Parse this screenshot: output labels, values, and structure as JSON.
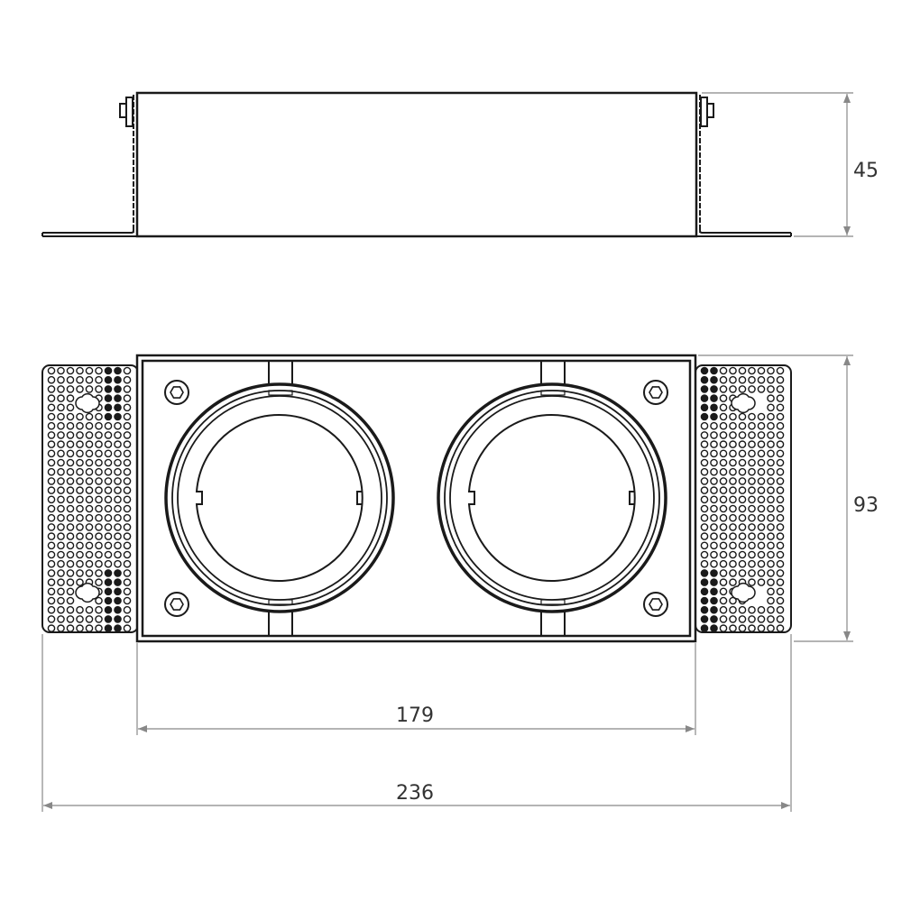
{
  "drawing": {
    "views": [
      "side-view",
      "top-view"
    ],
    "dimensions": {
      "height": "45",
      "depth": "93",
      "box_width": "179",
      "overall_width": "236"
    },
    "colors": {
      "line": "#1a1a1a",
      "dimension": "#888888",
      "text": "#333333"
    }
  }
}
